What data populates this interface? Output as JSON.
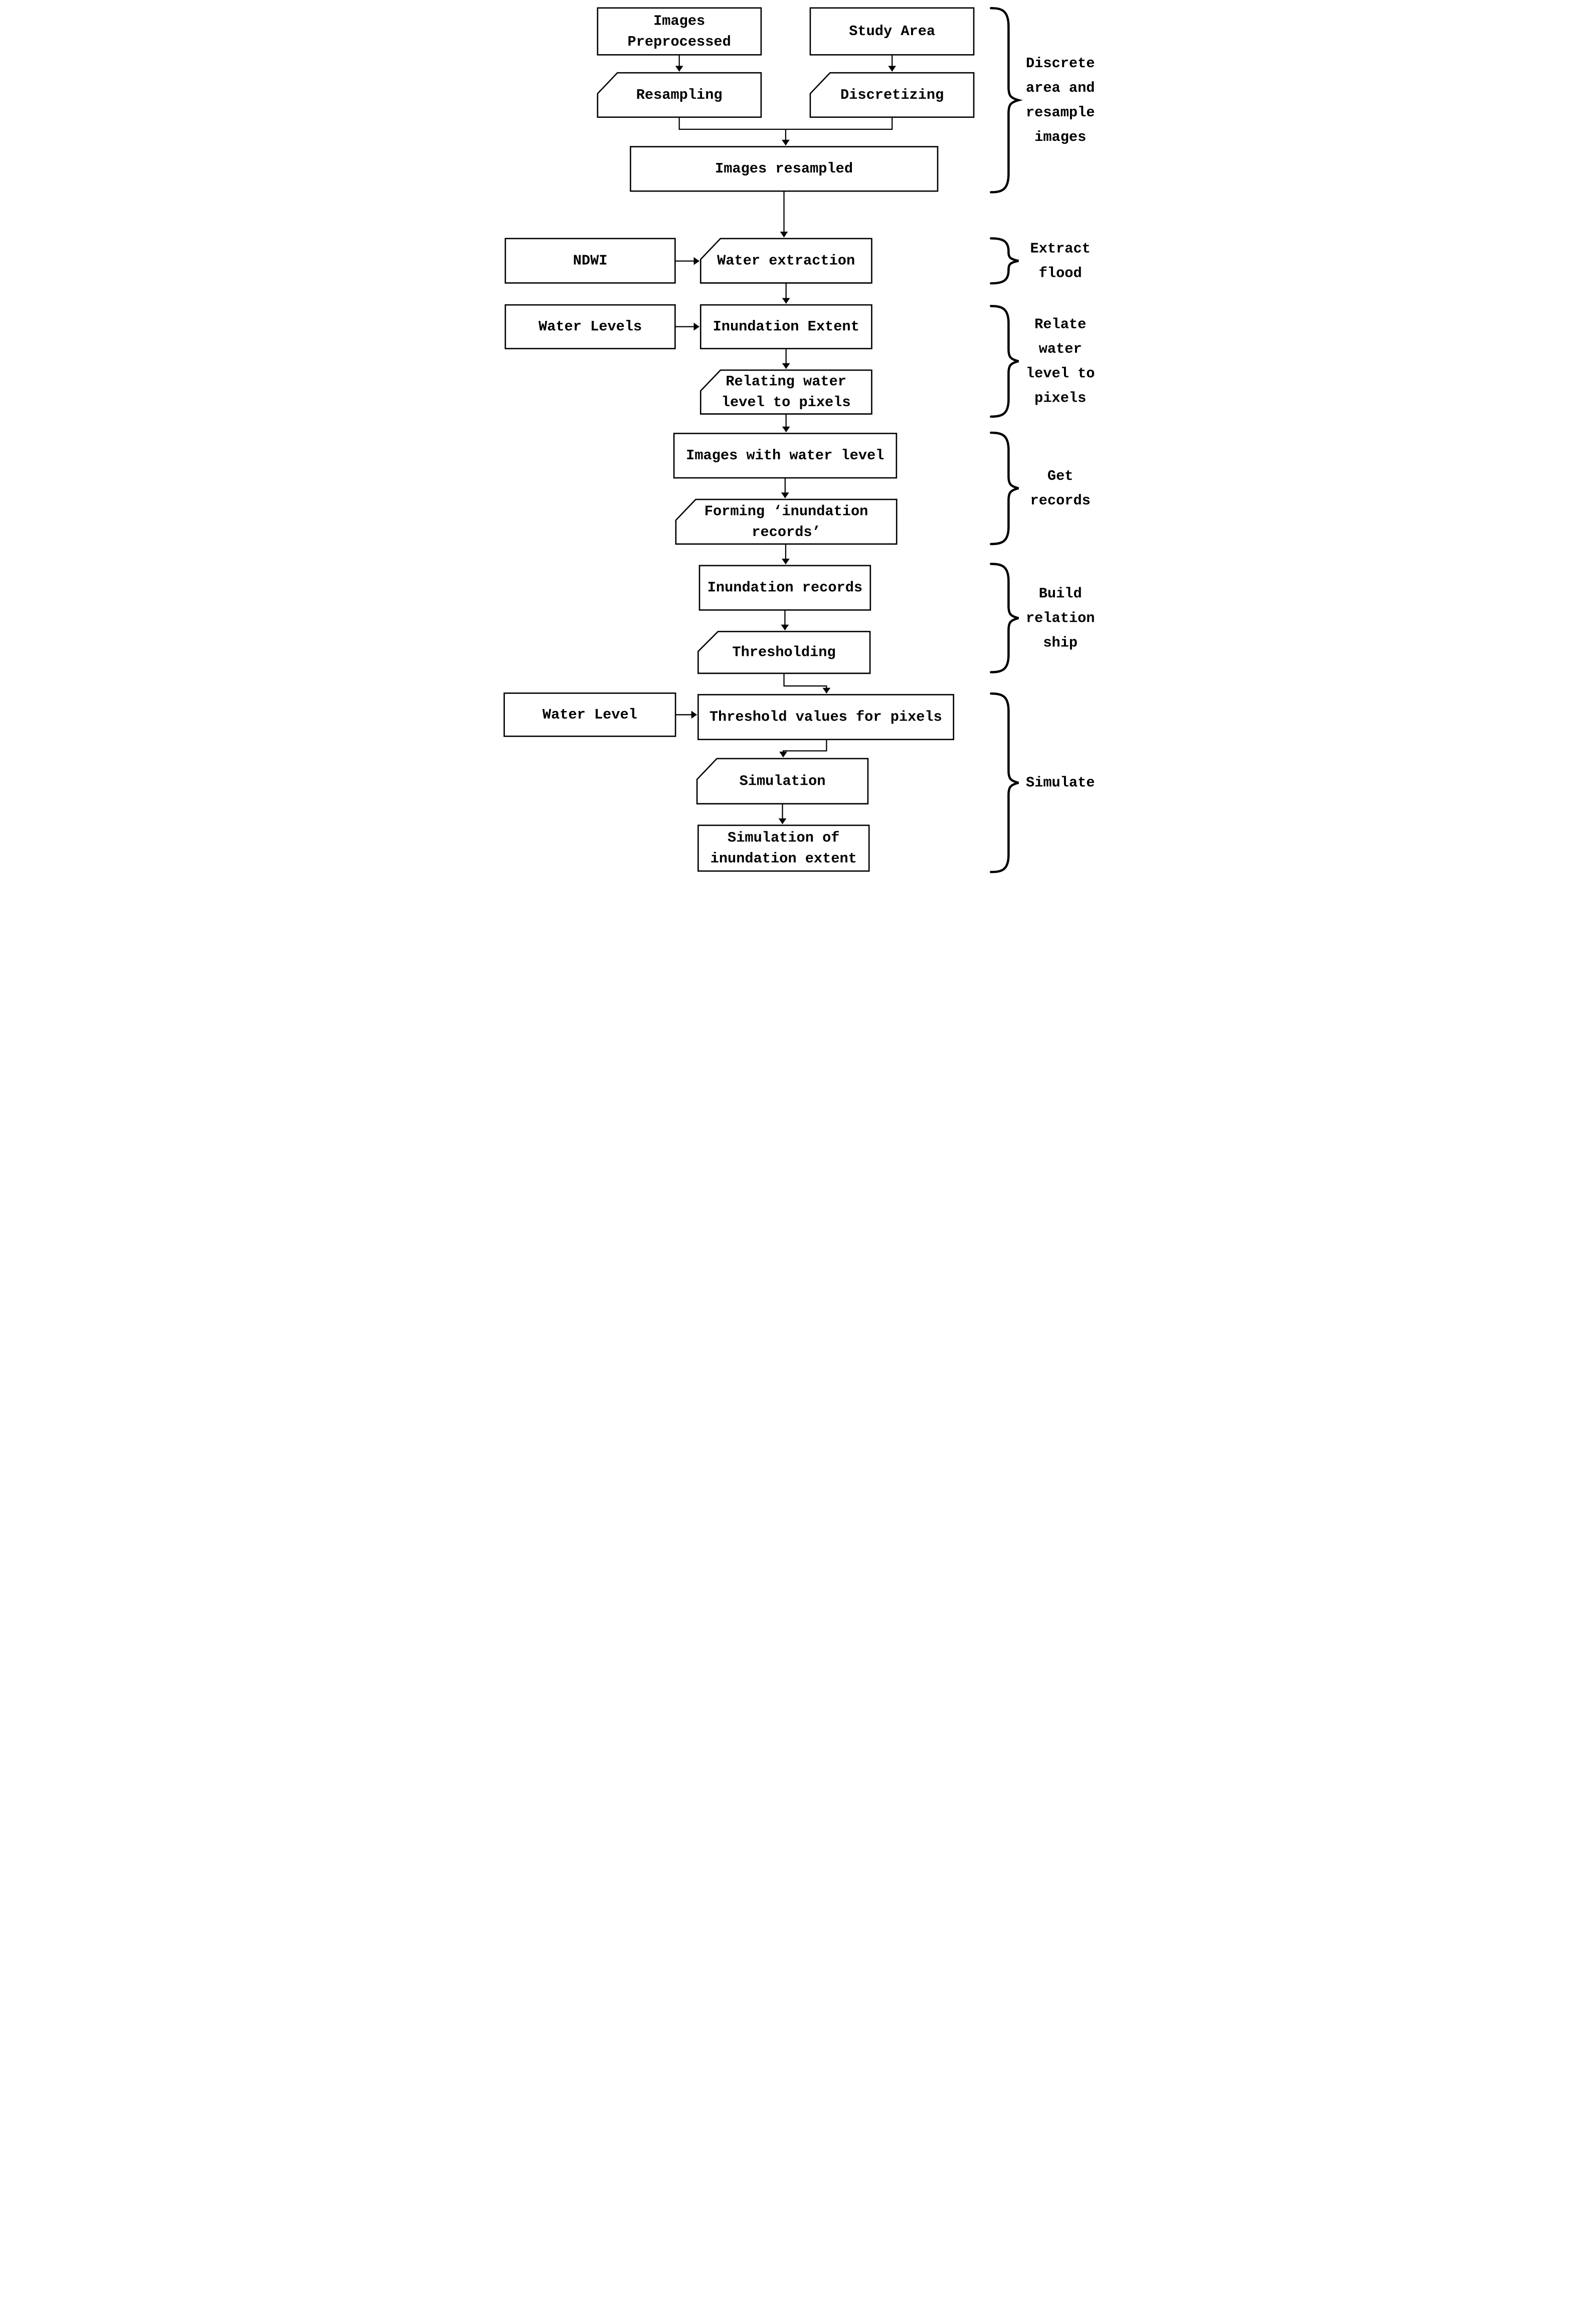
{
  "figure": {
    "type": "flowchart",
    "colors": {
      "ink": "#000000",
      "background": "#ffffff"
    }
  },
  "nodes": {
    "images_preprocessed": {
      "shape": "rect",
      "lines": [
        "Images",
        "Preprocessed"
      ]
    },
    "study_area": {
      "shape": "rect",
      "lines": [
        "Study Area"
      ]
    },
    "resampling": {
      "shape": "clipped-rect",
      "lines": [
        "Resampling"
      ]
    },
    "discretizing": {
      "shape": "clipped-rect",
      "lines": [
        "Discretizing"
      ]
    },
    "images_resampled": {
      "shape": "rect",
      "lines": [
        "Images resampled"
      ]
    },
    "ndwi": {
      "shape": "rect",
      "lines": [
        "NDWI"
      ]
    },
    "water_extraction": {
      "shape": "clipped-rect",
      "lines": [
        "Water extraction"
      ]
    },
    "water_levels": {
      "shape": "rect",
      "lines": [
        "Water Levels"
      ]
    },
    "inundation_extent": {
      "shape": "rect",
      "lines": [
        "Inundation Extent"
      ]
    },
    "relating_water_level": {
      "shape": "clipped-rect",
      "lines": [
        "Relating water",
        "level to pixels"
      ]
    },
    "images_with_water_level": {
      "shape": "rect",
      "lines": [
        "Images with water level"
      ]
    },
    "forming_inundation_records": {
      "shape": "clipped-rect",
      "lines": [
        "Forming ‘inundation",
        "records’"
      ]
    },
    "inundation_records": {
      "shape": "rect",
      "lines": [
        "Inundation records"
      ]
    },
    "thresholding": {
      "shape": "clipped-rect",
      "lines": [
        "Thresholding"
      ]
    },
    "water_level": {
      "shape": "rect",
      "lines": [
        "Water Level"
      ]
    },
    "threshold_values": {
      "shape": "rect",
      "lines": [
        "Threshold values for pixels"
      ]
    },
    "simulation": {
      "shape": "clipped-rect",
      "lines": [
        "Simulation"
      ]
    },
    "simulation_of_inundation_extent": {
      "shape": "rect",
      "lines": [
        "Simulation of",
        "inundation extent"
      ]
    }
  },
  "braces": [
    {
      "lines": [
        "Discrete",
        "area and",
        "resample",
        "images"
      ]
    },
    {
      "lines": [
        "Extract",
        "flood"
      ]
    },
    {
      "lines": [
        "Relate",
        "water",
        "level to",
        "pixels"
      ]
    },
    {
      "lines": [
        "Get",
        "records"
      ]
    },
    {
      "lines": [
        "Build",
        "relation",
        "ship"
      ]
    },
    {
      "lines": [
        "Simulate"
      ]
    }
  ]
}
